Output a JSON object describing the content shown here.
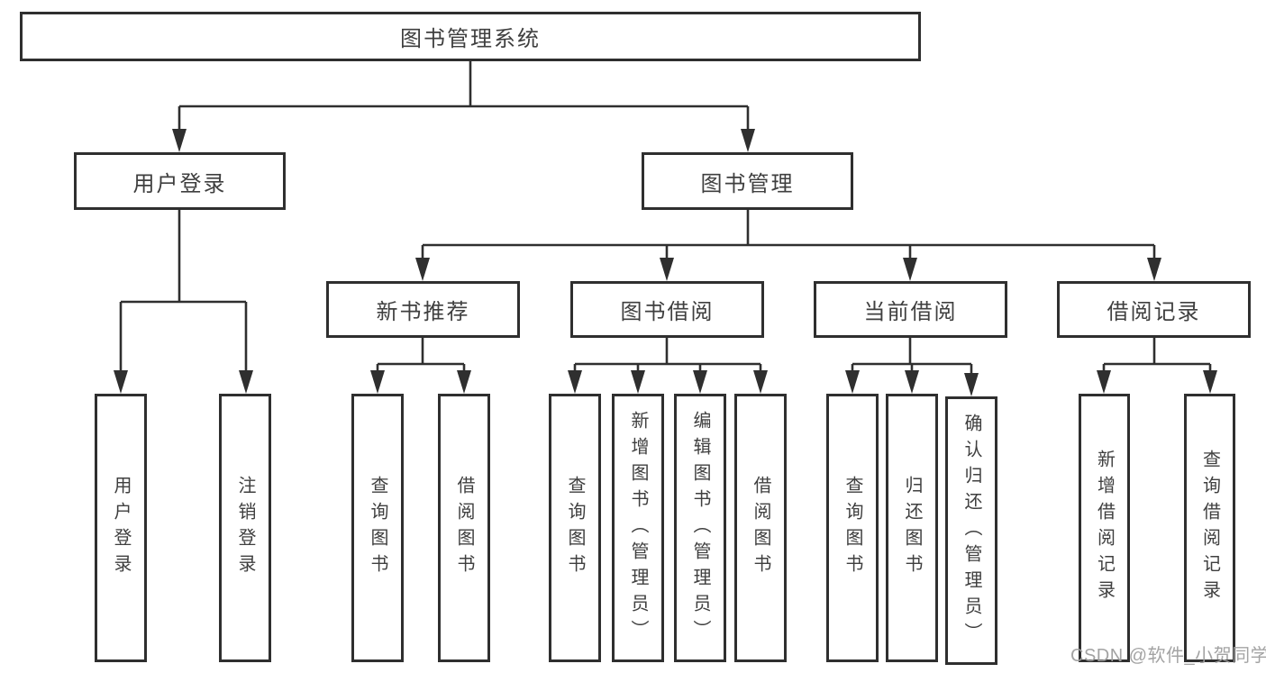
{
  "colors": {
    "line": "#2f2f2f",
    "text": "#3f3f3f",
    "box_background": "#ffffff",
    "watermark": "#9e9e9e",
    "page_background": "#ffffff"
  },
  "watermark": "CSDN @软件_小贺同学",
  "tree": {
    "label": "图书管理系统",
    "children": [
      {
        "label": "用户登录",
        "children": [
          {
            "label": "用户登录"
          },
          {
            "label": "注销登录"
          }
        ]
      },
      {
        "label": "图书管理",
        "children": [
          {
            "label": "新书推荐",
            "children": [
              {
                "label": "查询图书"
              },
              {
                "label": "借阅图书"
              }
            ]
          },
          {
            "label": "图书借阅",
            "children": [
              {
                "label": "查询图书"
              },
              {
                "label": "新增图书（管理员）"
              },
              {
                "label": "编辑图书（管理员）"
              },
              {
                "label": "借阅图书"
              }
            ]
          },
          {
            "label": "当前借阅",
            "children": [
              {
                "label": "查询图书"
              },
              {
                "label": "归还图书"
              },
              {
                "label": "确认归还（管理员）"
              }
            ]
          },
          {
            "label": "借阅记录",
            "children": [
              {
                "label": "新增借阅记录"
              },
              {
                "label": "查询借阅记录"
              }
            ]
          }
        ]
      }
    ]
  }
}
